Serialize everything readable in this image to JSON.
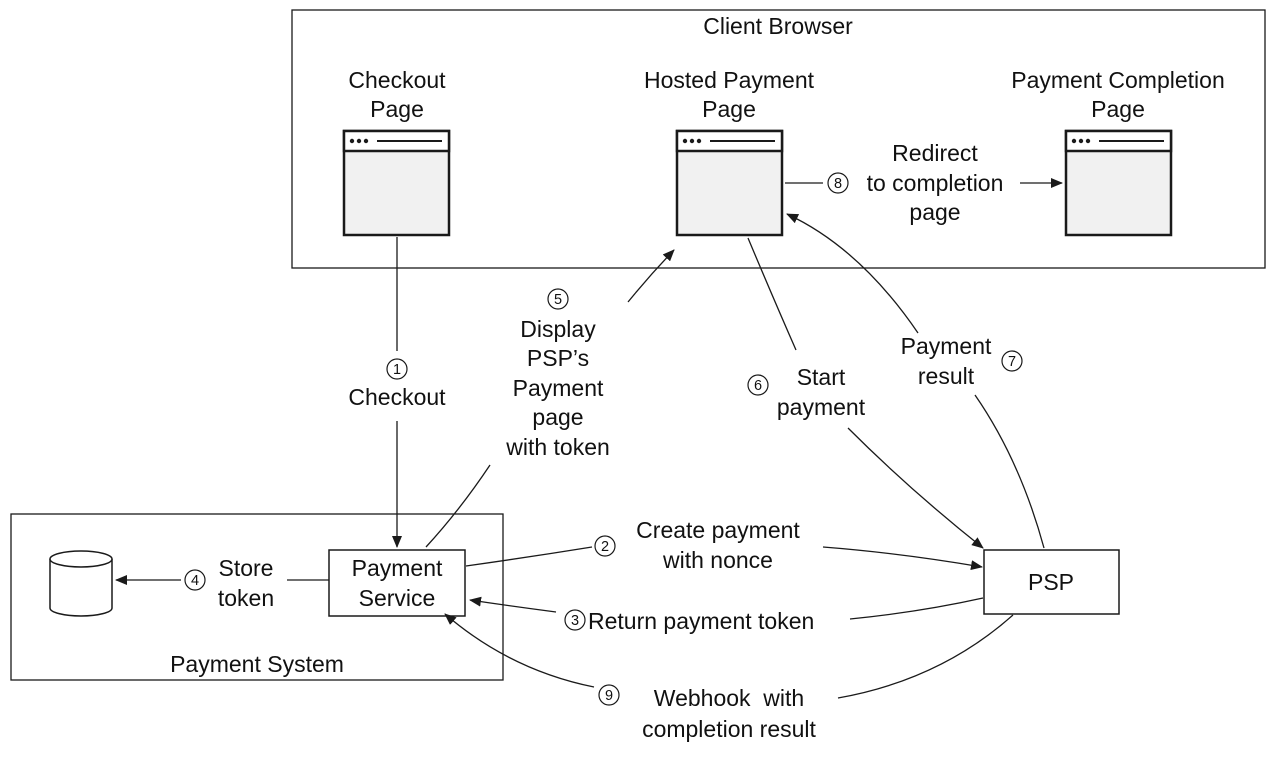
{
  "groups": {
    "client_browser": "Client Browser",
    "payment_system": "Payment System"
  },
  "pages": {
    "checkout": [
      "Checkout",
      "Page"
    ],
    "hosted_payment": [
      "Hosted Payment",
      "Page"
    ],
    "payment_completion": [
      "Payment Completion",
      "Page"
    ]
  },
  "nodes": {
    "payment_service": [
      "Payment",
      "Service"
    ],
    "psp": "PSP",
    "database_icon": "database-cylinder-icon",
    "browser_window_icon": "browser-window-icon"
  },
  "steps": {
    "s1": {
      "num": "1",
      "label": [
        "Checkout"
      ]
    },
    "s2": {
      "num": "2",
      "label": [
        "Create payment",
        "with nonce"
      ]
    },
    "s3": {
      "num": "3",
      "label": [
        "Return payment token"
      ]
    },
    "s4": {
      "num": "4",
      "label": [
        "Store",
        "token"
      ]
    },
    "s5": {
      "num": "5",
      "label": [
        "Display",
        "PSP’s",
        "Payment",
        "page",
        "with token"
      ]
    },
    "s6": {
      "num": "6",
      "label": [
        "Start",
        "payment"
      ]
    },
    "s7": {
      "num": "7",
      "label": [
        "Payment",
        "result"
      ]
    },
    "s8": {
      "num": "8",
      "label": [
        "Redirect",
        "to completion",
        "page"
      ]
    },
    "s9": {
      "num": "9",
      "label": [
        "Webhook  with",
        "completion result"
      ]
    }
  }
}
